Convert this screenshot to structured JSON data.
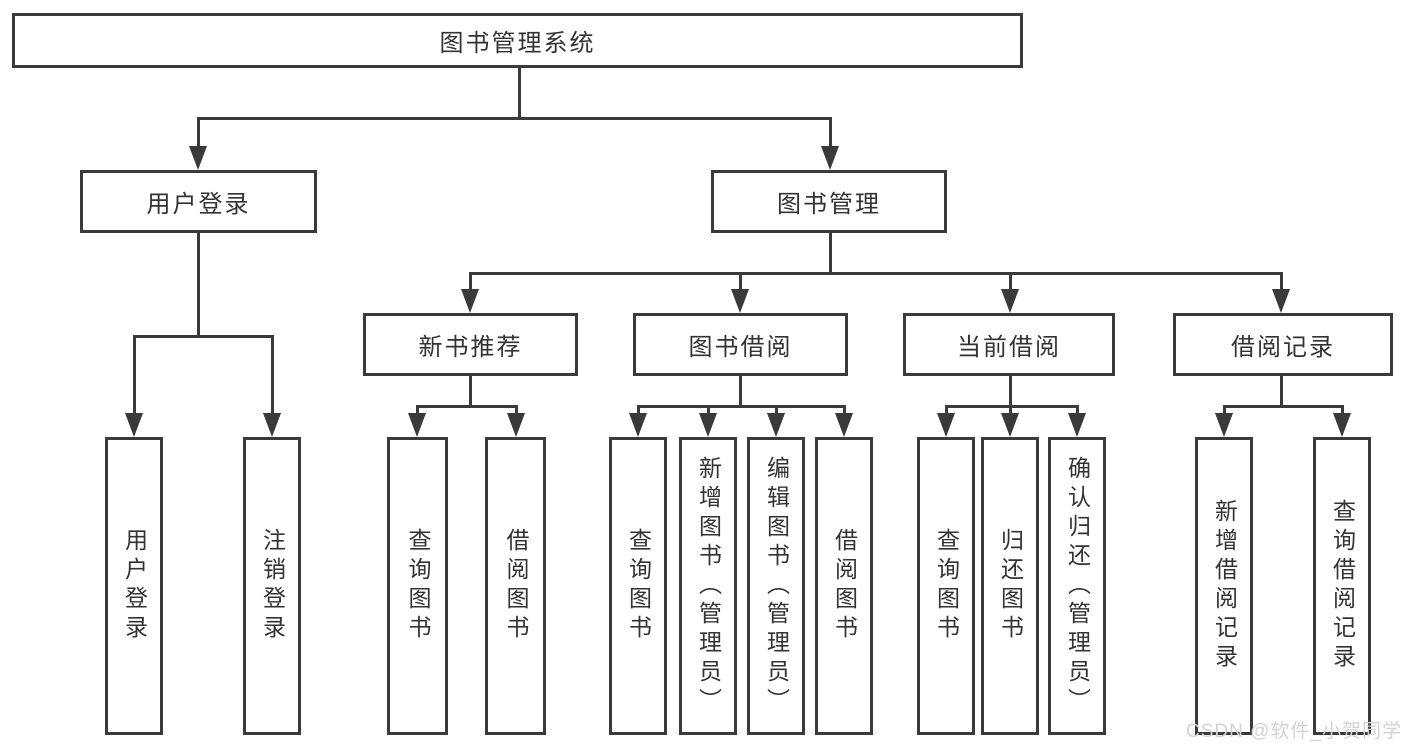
{
  "diagram_title": "图书管理系统",
  "colors": {
    "background": "#ffffff",
    "line": "#3a3a3a",
    "text": "#333333",
    "watermark": "#d2d2d2"
  },
  "nodes": {
    "root": "图书管理系统",
    "user_login": "用户登录",
    "book_mgmt": "图书管理",
    "new_books": "新书推荐",
    "book_borrow": "图书借阅",
    "current_borrow": "当前借阅",
    "borrow_records": "借阅记录",
    "leaf_user_login": "用户登录",
    "leaf_logout": "注销登录",
    "leaf_nb_query": "查询图书",
    "leaf_nb_borrow": "借阅图书",
    "leaf_bb_query": "查询图书",
    "leaf_bb_add": "新增图书（管理员）",
    "leaf_bb_edit": "编辑图书（管理员）",
    "leaf_bb_borrow": "借阅图书",
    "leaf_cb_query": "查询图书",
    "leaf_cb_return": "归还图书",
    "leaf_cb_confirm": "确认归还（管理员）",
    "leaf_br_add": "新增借阅记录",
    "leaf_br_query": "查询借阅记录"
  },
  "watermark": "CSDN @软件_小贺同学"
}
